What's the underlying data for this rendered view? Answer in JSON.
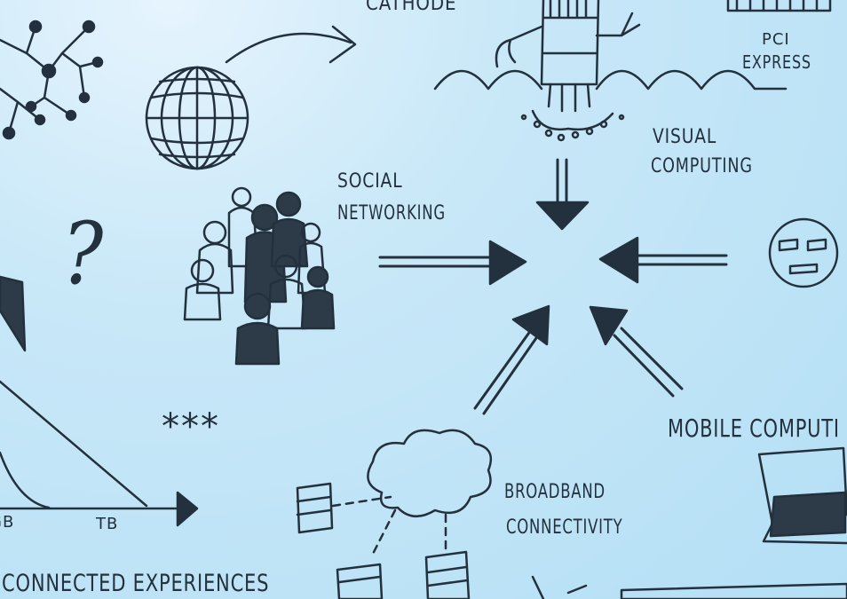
{
  "labels": {
    "cathode": "CATHODE",
    "pci_express_line1": "PCI",
    "pci_express_line2": "EXPRESS",
    "visual_computing_line1": "VISUAL",
    "visual_computing_line2": "COMPUTING",
    "social_networking_line1": "SOCIAL",
    "social_networking_line2": "NETWORKING",
    "mobile_computing": "MOBILE COMPUTI",
    "broadband_line1": "BROADBAND",
    "broadband_line2": "CONNECTIVITY",
    "connected_experiences": "CONNECTED EXPERIENCES",
    "axis_tick_left": "GB",
    "axis_tick_right": "TB",
    "question_mark": "?",
    "stars": "***"
  },
  "colors": {
    "background": "#c9e8f8",
    "ink": "#23303d"
  }
}
